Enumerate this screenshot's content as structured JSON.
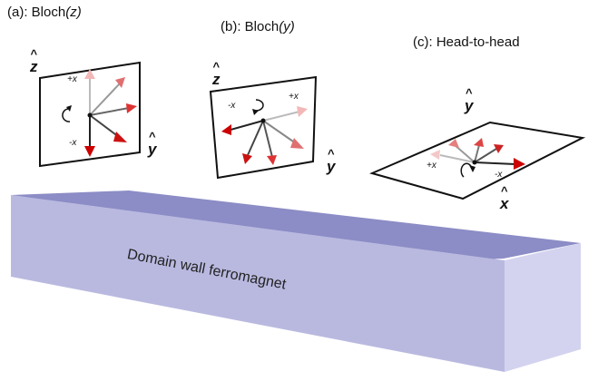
{
  "panels": {
    "a": {
      "title_prefix": "(a): Bloch",
      "title_italic": "(z)",
      "axis_up": "z",
      "axis_side": "y",
      "plus": "+x",
      "minus": "-x"
    },
    "b": {
      "title_prefix": "(b): Bloch",
      "title_italic": "(y)",
      "axis_up": "z",
      "axis_side": "y",
      "plus": "+x",
      "minus": "-x"
    },
    "c": {
      "title_prefix": "(c): Head-to-head",
      "title_italic": "",
      "axis_up": "y",
      "axis_side": "x",
      "plus": "+x",
      "minus": "-x"
    }
  },
  "slab": {
    "label": "Domain wall ferromagnet"
  },
  "colors": {
    "slab_top": "#8a8ac4",
    "slab_front": "#b8b8df",
    "slab_side": "#d2d2ee",
    "arrow_dark": "#333333",
    "arrow_mid": "#777777",
    "arrow_light": "#bbbbbb",
    "head": "#d11f1f"
  }
}
